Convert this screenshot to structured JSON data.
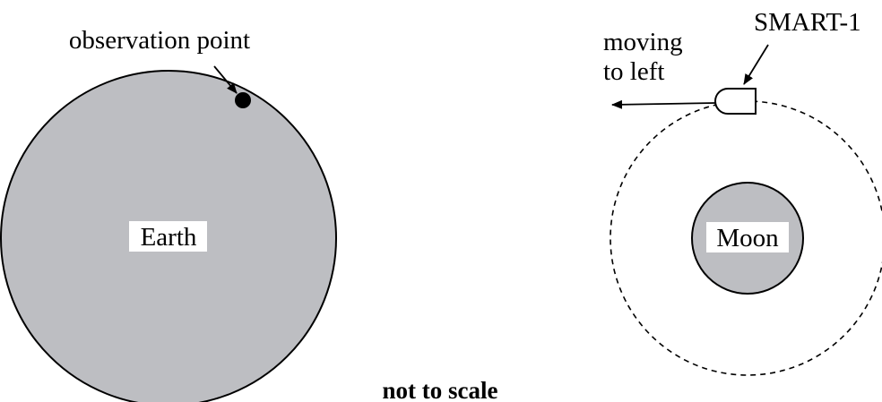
{
  "labels": {
    "observation_point": "observation point",
    "earth": "Earth",
    "moon": "Moon",
    "spacecraft": "SMART-1",
    "motion_line1": "moving",
    "motion_line2": "to left",
    "scale_note": "not to scale"
  },
  "colors": {
    "body_fill": "#bdbec2",
    "stroke": "#000000",
    "background": "#ffffff"
  }
}
